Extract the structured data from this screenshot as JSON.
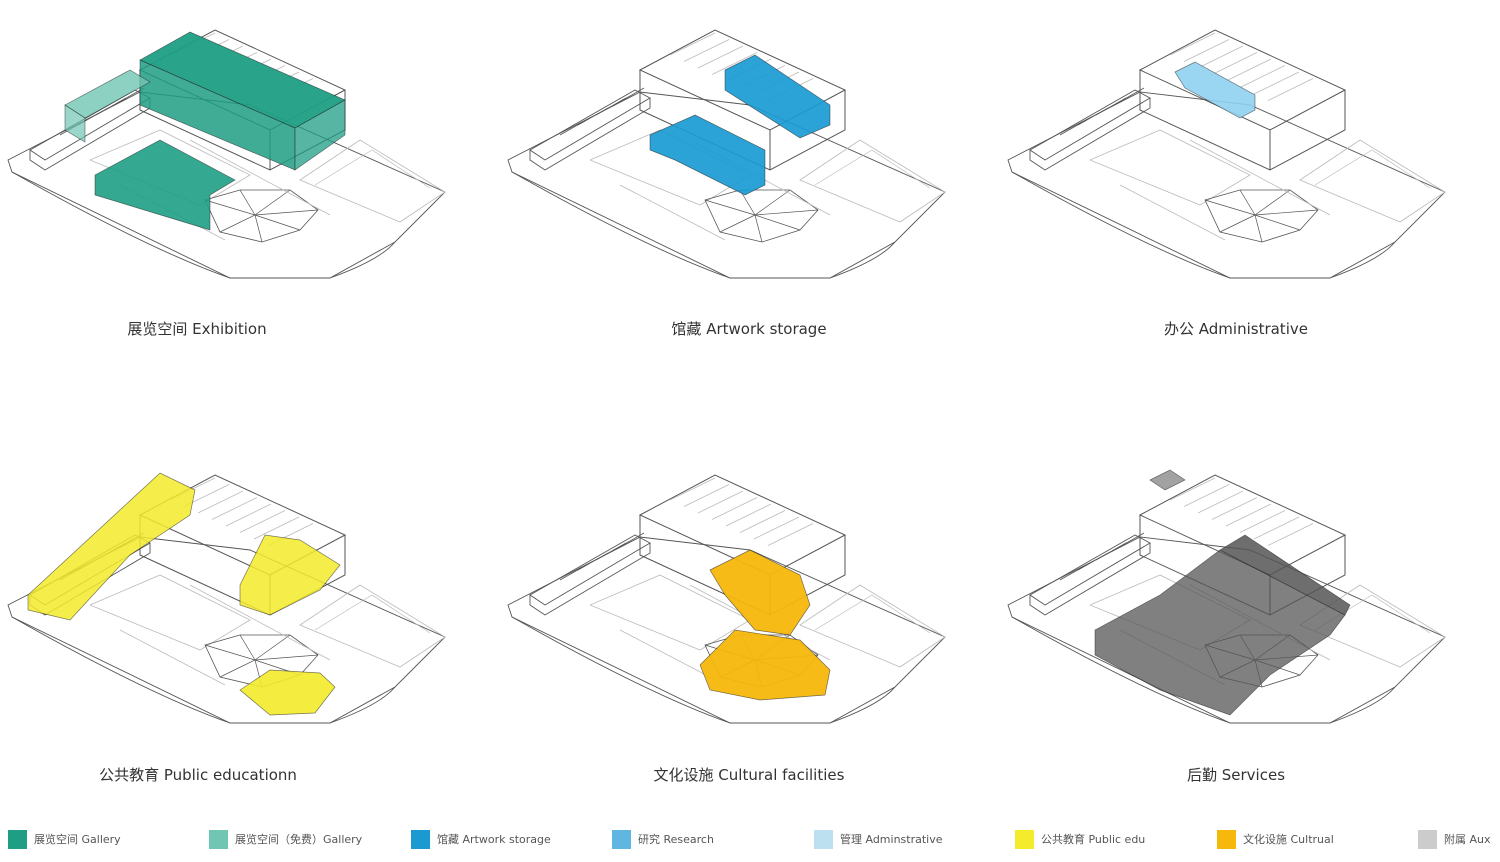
{
  "panels": [
    {
      "caption": "展览空间 Exhibition",
      "highlight": "#1e9e84",
      "shape": "exhibition"
    },
    {
      "caption": "馆藏 Artwork storage",
      "highlight": "#1a9bd3",
      "shape": "storage"
    },
    {
      "caption": "办公 Administrative",
      "highlight": "#8fd0ef",
      "shape": "admin"
    },
    {
      "caption": "公共教育 Public educationn",
      "highlight": "#f3ea2a",
      "shape": "education"
    },
    {
      "caption": "文化设施 Cultural facilities",
      "highlight": "#f6b70b",
      "shape": "cultural"
    },
    {
      "caption": "后勤 Services",
      "highlight": "#555555",
      "shape": "services"
    }
  ],
  "legend": [
    {
      "label": "展览空间 Gallery",
      "color": "#1f9e83"
    },
    {
      "label": "展览空间（免费）Gallery",
      "color": "#6fc6b3"
    },
    {
      "label": "馆藏 Artwork storage",
      "color": "#1b9ad2"
    },
    {
      "label": "研究 Research",
      "color": "#5fb6e0"
    },
    {
      "label": "管理 Adminstrative",
      "color": "#bde0f1"
    },
    {
      "label": "公共教育 Public edu",
      "color": "#f4eb2b"
    },
    {
      "label": "文化设施 Cultrual",
      "color": "#f6b80b"
    },
    {
      "label": "附属 Aux",
      "color": "#cccccc"
    }
  ]
}
